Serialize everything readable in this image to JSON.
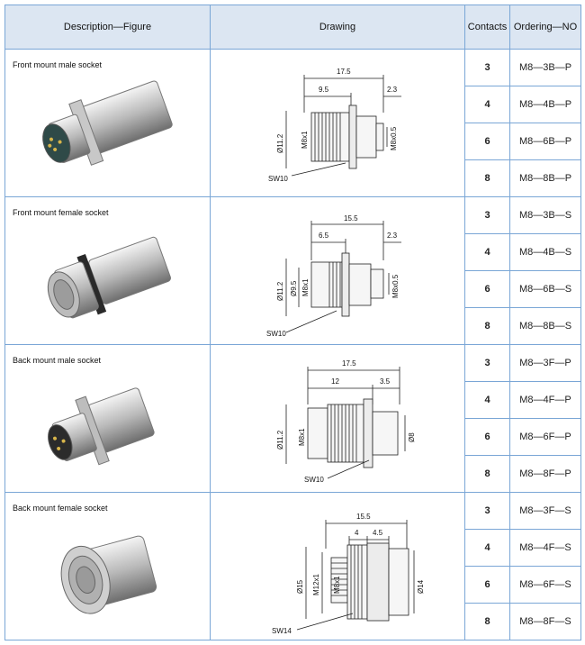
{
  "header": {
    "description": "Description—Figure",
    "drawing": "Drawing",
    "contacts": "Contacts",
    "ordering": "Ordering—NO"
  },
  "sections": [
    {
      "label": "Front mount male socket",
      "dims": {
        "overall": "17.5",
        "left": "9.5",
        "right": "2.3",
        "diameter": "Ø11.2",
        "thread": "M8x1",
        "rear": "M8x0.5",
        "wrench": "SW10"
      },
      "rows": [
        {
          "contacts": "3",
          "order": "M8—3B—P"
        },
        {
          "contacts": "4",
          "order": "M8—4B—P"
        },
        {
          "contacts": "6",
          "order": "M8—6B—P"
        },
        {
          "contacts": "8",
          "order": "M8—8B—P"
        }
      ]
    },
    {
      "label": "Front mount female socket",
      "dims": {
        "overall": "15.5",
        "left": "6.5",
        "right": "2.3",
        "diameter": "Ø11.2",
        "inner": "Ø9.5",
        "thread": "M8x1",
        "rear": "M8x0.5",
        "wrench": "SW10"
      },
      "rows": [
        {
          "contacts": "3",
          "order": "M8—3B—S"
        },
        {
          "contacts": "4",
          "order": "M8—4B—S"
        },
        {
          "contacts": "6",
          "order": "M8—6B—S"
        },
        {
          "contacts": "8",
          "order": "M8—8B—S"
        }
      ]
    },
    {
      "label": "Back mount male socket",
      "dims": {
        "overall": "17.5",
        "left": "12",
        "right": "3.5",
        "diameter": "Ø11.2",
        "thread": "M8x1",
        "rear": "Ø8",
        "wrench": "SW10"
      },
      "rows": [
        {
          "contacts": "3",
          "order": "M8—3F—P"
        },
        {
          "contacts": "4",
          "order": "M8—4F—P"
        },
        {
          "contacts": "6",
          "order": "M8—6F—P"
        },
        {
          "contacts": "8",
          "order": "M8—8F—P"
        }
      ]
    },
    {
      "label": "Back mount female socket",
      "dims": {
        "overall": "15.5",
        "left": "4",
        "right": "4.5",
        "diameter": "Ø15",
        "thread": "M12x1",
        "inner": "M8x1",
        "rear": "Ø14",
        "wrench": "SW14"
      },
      "rows": [
        {
          "contacts": "3",
          "order": "M8—3F—S"
        },
        {
          "contacts": "4",
          "order": "M8—4F—S"
        },
        {
          "contacts": "6",
          "order": "M8—6F—S"
        },
        {
          "contacts": "8",
          "order": "M8—8F—S"
        }
      ]
    }
  ]
}
